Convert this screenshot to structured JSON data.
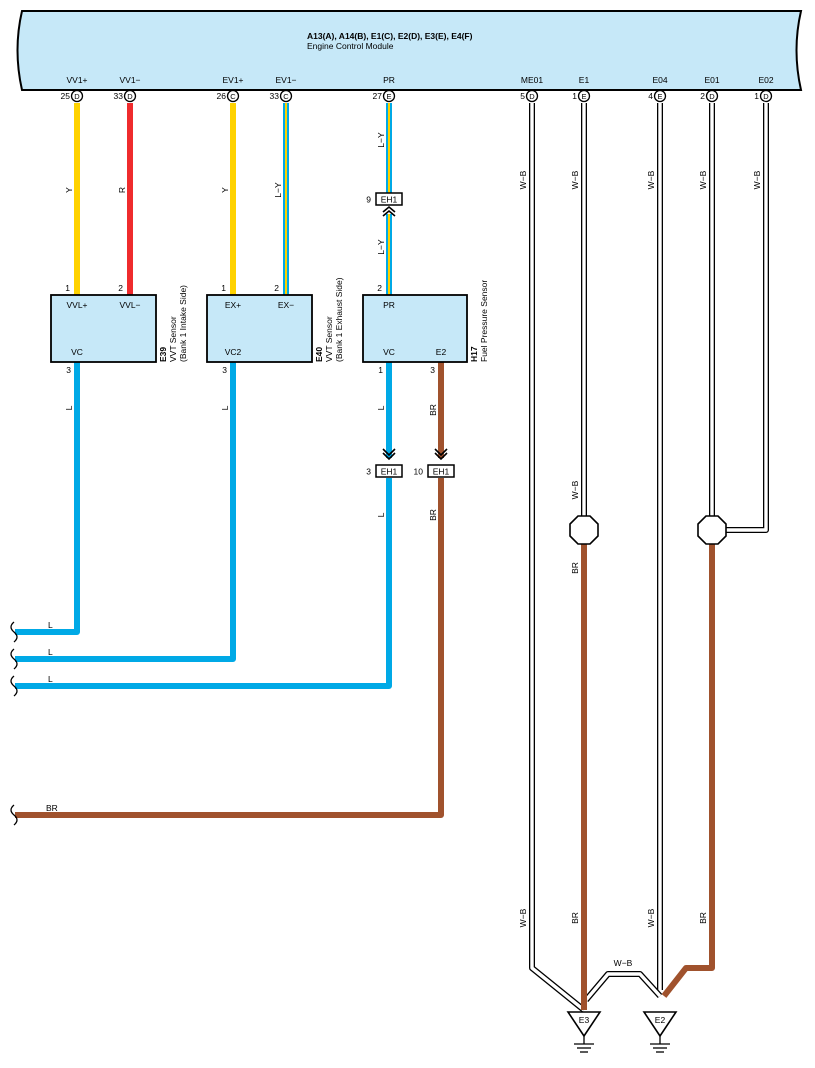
{
  "ecm": {
    "codes": "A13(A), A14(B), E1(C), E2(D), E3(E), E4(F)",
    "name": "Engine Control Module",
    "terminals": [
      {
        "name": "VV1+",
        "pin": "25",
        "conn": "D"
      },
      {
        "name": "VV1−",
        "pin": "33",
        "conn": "D"
      },
      {
        "name": "EV1+",
        "pin": "26",
        "conn": "C"
      },
      {
        "name": "EV1−",
        "pin": "33",
        "conn": "C"
      },
      {
        "name": "PR",
        "pin": "27",
        "conn": "E"
      },
      {
        "name": "ME01",
        "pin": "5",
        "conn": "D"
      },
      {
        "name": "E1",
        "pin": "1",
        "conn": "E"
      },
      {
        "name": "E04",
        "pin": "4",
        "conn": "E"
      },
      {
        "name": "E01",
        "pin": "2",
        "conn": "D"
      },
      {
        "name": "E02",
        "pin": "1",
        "conn": "D"
      }
    ]
  },
  "sensors": {
    "e39": {
      "code": "E39",
      "name": "VVT Sensor",
      "sub": "(Bank 1 Intake Side)",
      "top_left": "VVL+",
      "top_right": "VVL−",
      "bottom": "VC",
      "pin_tl": "1",
      "pin_tr": "2",
      "pin_b": "3"
    },
    "e40": {
      "code": "E40",
      "name": "VVT Sensor",
      "sub": "(Bank 1 Exhaust Side)",
      "top_left": "EX+",
      "top_right": "EX−",
      "bottom": "VC2",
      "pin_tl": "1",
      "pin_tr": "2",
      "pin_b": "3"
    },
    "h17": {
      "code": "H17",
      "name": "Fuel Pressure Sensor",
      "top": "PR",
      "bottom_left": "VC",
      "bottom_right": "E2",
      "pin_t": "2",
      "pin_bl": "1",
      "pin_br": "3"
    }
  },
  "connectors": {
    "eh1_a": {
      "label": "EH1",
      "pin": "9"
    },
    "eh1_b": {
      "label": "EH1",
      "pin": "3"
    },
    "eh1_c": {
      "label": "EH1",
      "pin": "10"
    }
  },
  "wire_colors": {
    "y": "Y",
    "r": "R",
    "ly": "L−Y",
    "l": "L",
    "br": "BR",
    "wb": "W−B"
  },
  "grounds": {
    "g1": "E3",
    "g2": "E2"
  },
  "colors": {
    "ecm_fill": "#c6e8f8",
    "sensor_fill": "#c6e8f8",
    "yellow": "#ffd200",
    "red": "#ef2b2d",
    "blue": "#00a9e6",
    "brown": "#a0522d"
  }
}
